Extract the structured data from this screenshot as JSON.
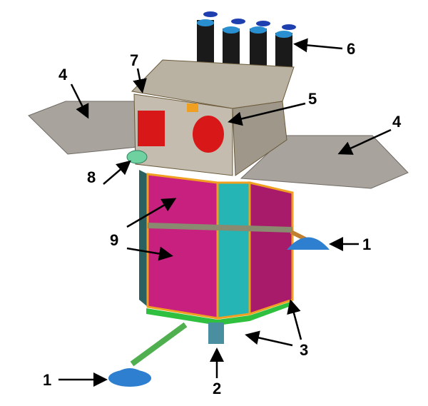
{
  "colors": {
    "panel": "#a8a49d",
    "frame": "#b3aa9a",
    "magenta": "#c8207e",
    "cyan": "#25b5b5",
    "foot": "#2f7fd0",
    "tube": "#1a1a1a",
    "orange": "#f0a020",
    "red": "#d81818"
  },
  "callouts": [
    {
      "id": "1a",
      "text": "1"
    },
    {
      "id": "1b",
      "text": "1"
    },
    {
      "id": "2",
      "text": "2"
    },
    {
      "id": "3",
      "text": "3"
    },
    {
      "id": "4a",
      "text": "4"
    },
    {
      "id": "4b",
      "text": "4"
    },
    {
      "id": "5",
      "text": "5"
    },
    {
      "id": "6",
      "text": "6"
    },
    {
      "id": "7",
      "text": "7"
    },
    {
      "id": "8",
      "text": "8"
    },
    {
      "id": "9",
      "text": "9"
    }
  ]
}
